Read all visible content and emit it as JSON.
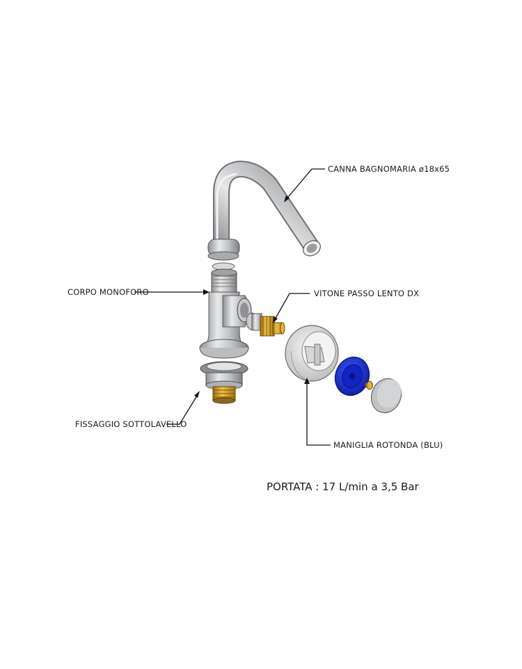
{
  "labels": {
    "spout": "CANNA BAGNOMARIA ø18x65",
    "body": "CORPO MONOFORO",
    "cartridge": "VITONE PASSO LENTO DX",
    "fixing": "FISSAGGIO SOTTOLAVELLO",
    "handle": "MANIGLIA ROTONDA (BLU)"
  },
  "note": "PORTATA : 17 L/min a 3,5 Bar",
  "colors": {
    "chrome": "#c9cacc",
    "blue_cap": "#1a2fd6",
    "brass": "#d9a21f",
    "grey_cap": "#bfc0c2"
  }
}
